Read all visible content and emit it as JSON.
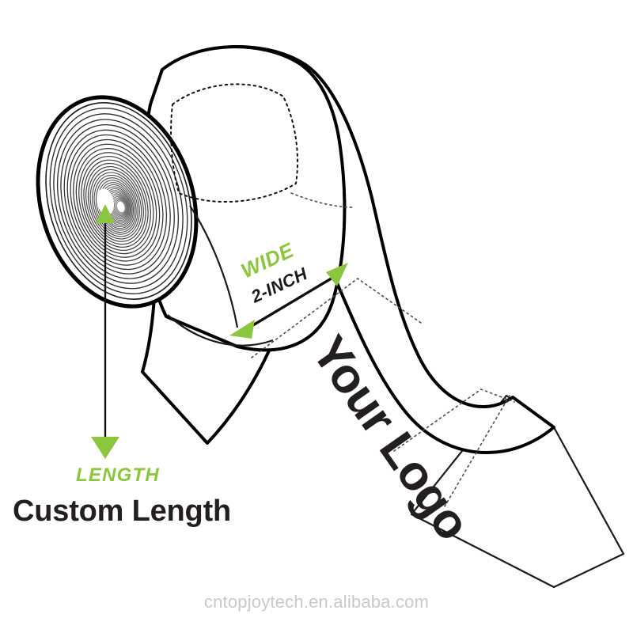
{
  "document": {
    "title": "Custom Label Roll Specification Diagram",
    "background_color": "#ffffff"
  },
  "colors": {
    "accent_green": "#8cc63e",
    "outline_black": "#000000",
    "text_dark": "#231f20",
    "watermark_gray": "#c9c9c9"
  },
  "annotations": {
    "wide_label": "WIDE",
    "wide_value": "2-INCH",
    "length_label": "LENGTH",
    "length_caption": "Custom Length",
    "logo_placeholder": "Your Logo"
  },
  "watermark": {
    "text": "cntopjoytech.en.alibaba.com"
  },
  "icons": {
    "roll_spiral": "spiral-roll-icon",
    "arrow_up": "arrow-up-icon",
    "arrow_down": "arrow-down-icon",
    "arrow_wide_left": "arrow-left-icon",
    "arrow_wide_right": "arrow-right-icon"
  }
}
